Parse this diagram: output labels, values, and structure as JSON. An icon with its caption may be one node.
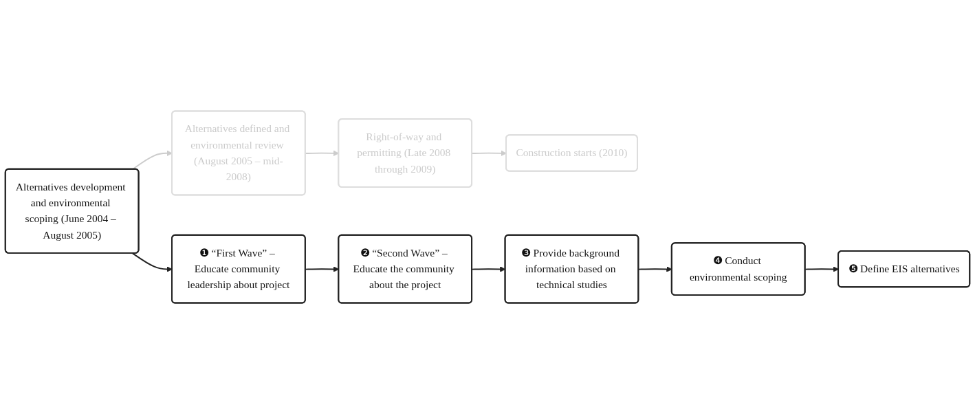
{
  "diagram": {
    "nodes": [
      {
        "text": [
          "Alternatives development and environmental scoping (June 2004 – August 2005)"
        ]
      },
      {
        "text": [
          "Alternatives defined and environmental review (August 2005 – mid-2008)"
        ]
      },
      {
        "text": [
          "Right-of-way and permitting (Late 2008 through 2009)"
        ]
      },
      {
        "text": [
          "Construction starts (2010)"
        ]
      },
      {
        "text": [
          "❶ “First Wave” – Educate community leadership about project"
        ]
      },
      {
        "text": [
          "❷ “Second Wave” – Educate the community about the project"
        ]
      },
      {
        "text": [
          "❸ Provide background information based on technical studies"
        ]
      },
      {
        "text": [
          "❹ Conduct environmental scoping"
        ]
      },
      {
        "text": [
          "❺ Define EIS alternatives"
        ]
      }
    ],
    "edges": [
      {
        "from": 0,
        "to": 1,
        "arrow": "to",
        "color": "#cccccc"
      },
      {
        "from": 1,
        "to": 2,
        "arrow": "to",
        "color": "#cccccc"
      },
      {
        "from": 2,
        "to": 3,
        "arrow": "to",
        "color": "#cccccc"
      },
      {
        "from": 0,
        "to": 4,
        "arrow": "to"
      },
      {
        "from": 4,
        "to": 5,
        "arrow": "to"
      },
      {
        "from": 5,
        "to": 6,
        "arrow": "to"
      },
      {
        "from": 6,
        "to": 7,
        "arrow": "to"
      },
      {
        "from": 7,
        "to": 8,
        "arrow": "to"
      }
    ]
  }
}
